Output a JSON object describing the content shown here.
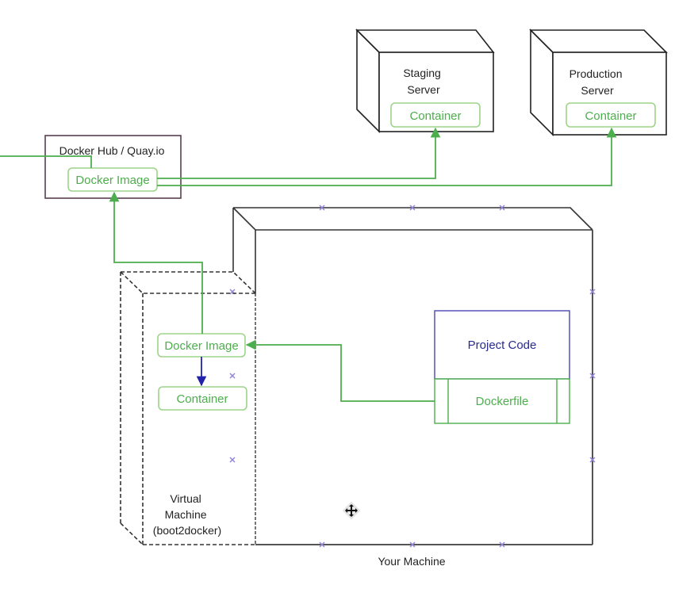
{
  "diagram": {
    "title": "Docker workflow",
    "colors": {
      "green": "#4cae4c",
      "green_light": "#9ed48a",
      "blue_box": "#4a48b0",
      "blue_arrow": "#2222aa",
      "dark": "#333333",
      "handle": "#8f86d8",
      "hub_border": "#5a3f50"
    },
    "nodes": {
      "docker_hub": {
        "label": "Docker Hub / Quay.io",
        "child": "Docker Image"
      },
      "staging": {
        "label_line1": "Staging",
        "label_line2": "Server",
        "child": "Container"
      },
      "production": {
        "label_line1": "Production",
        "label_line2": "Server",
        "child": "Container"
      },
      "your_machine": {
        "label": "Your Machine"
      },
      "vm": {
        "label_line1": "Virtual",
        "label_line2": "Machine",
        "label_line3": "(boot2docker)",
        "image": "Docker Image",
        "container": "Container"
      },
      "project_code": {
        "label": "Project Code"
      },
      "dockerfile": {
        "label": "Dockerfile"
      }
    },
    "edges": [
      {
        "from": "Dockerfile",
        "to": "VM Docker Image"
      },
      {
        "from": "VM Docker Image",
        "to": "VM Container"
      },
      {
        "from": "VM Docker Image",
        "to": "Docker Hub Docker Image"
      },
      {
        "from": "Docker Hub Docker Image",
        "to": "Staging Container"
      },
      {
        "from": "Docker Hub Docker Image",
        "to": "Production Container"
      }
    ],
    "cursor": "move-cursor"
  }
}
